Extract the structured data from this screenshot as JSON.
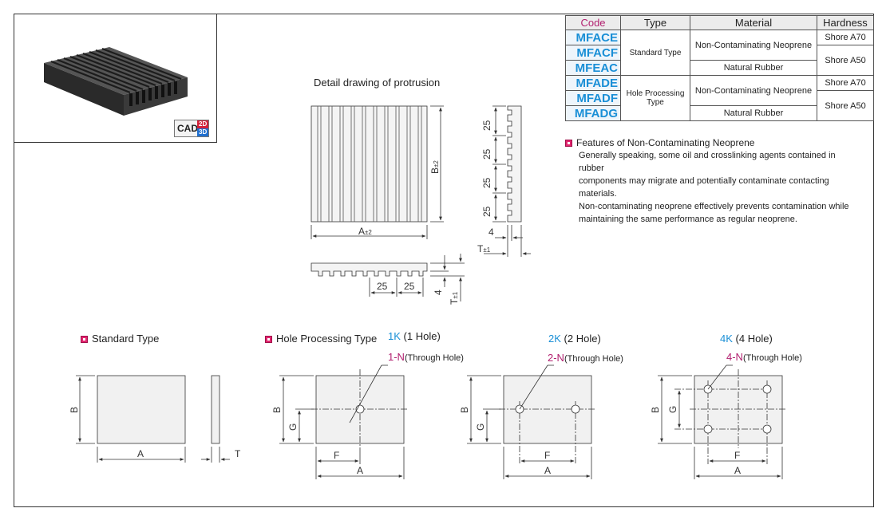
{
  "product_image": {
    "cad_label": "CAD",
    "cad_2d": "2D",
    "cad_3d": "3D"
  },
  "detail": {
    "title": "Detail drawing of protrusion",
    "dim_a": "A",
    "dim_a_tol": "±2",
    "dim_b": "B",
    "dim_b_tol": "±2",
    "dim_t": "T",
    "dim_t_tol": "±1",
    "pitch": "25",
    "height_4": "4"
  },
  "table": {
    "headers": [
      "Code",
      "Type",
      "Material",
      "Hardness"
    ],
    "codes": [
      "MFACE",
      "MFACF",
      "MFEAC",
      "MFADE",
      "MFADF",
      "MFADG"
    ],
    "types": [
      "Standard Type",
      "Hole Processing Type"
    ],
    "materials": [
      "Non-Contaminating Neoprene",
      "Natural Rubber"
    ],
    "hardness": [
      "Shore A70",
      "Shore A50"
    ]
  },
  "features": {
    "title": "Features of Non-Contaminating Neoprene",
    "lines": [
      "Generally speaking, some oil and crosslinking agents contained in rubber",
      "components may migrate and potentially contaminate contacting materials.",
      "Non-contaminating neoprene effectively prevents contamination while",
      "maintaining the same performance as regular neoprene."
    ]
  },
  "sections": {
    "standard": "Standard Type",
    "hole": "Hole Processing Type"
  },
  "variants": [
    {
      "code": "1K",
      "desc": "(1 Hole)",
      "hole_code": "1-N",
      "hole_desc": "(Through Hole)"
    },
    {
      "code": "2K",
      "desc": "(2 Hole)",
      "hole_code": "2-N",
      "hole_desc": "(Through Hole)"
    },
    {
      "code": "4K",
      "desc": "(4 Hole)",
      "hole_code": "4-N",
      "hole_desc": "(Through Hole)"
    }
  ],
  "dim_letters": {
    "a": "A",
    "b": "B",
    "t": "T",
    "f": "F",
    "g": "G"
  }
}
